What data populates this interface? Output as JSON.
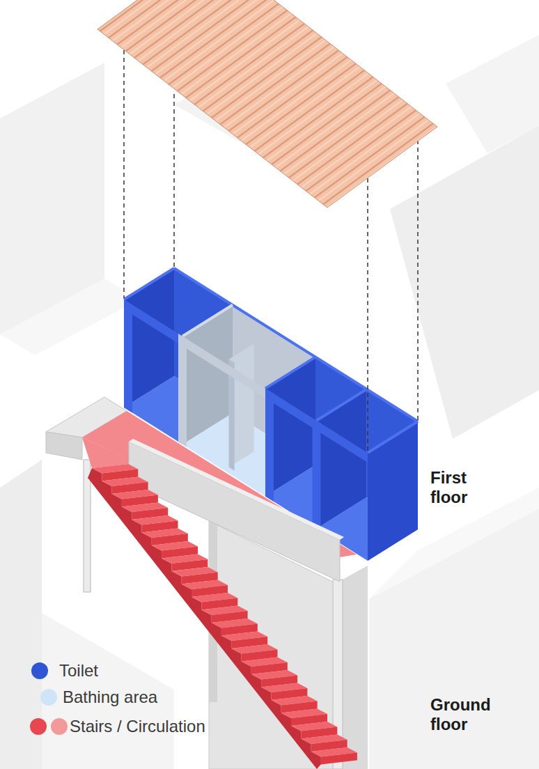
{
  "diagram": {
    "labels": [
      "First floor",
      "Ground floor"
    ],
    "legend": [
      {
        "text": "Toilet",
        "color": "#2f55d4"
      },
      {
        "text": "Bathing area",
        "color": "#d0e4f7"
      },
      {
        "text": "Stairs / Circulation",
        "color": "#e8474f"
      }
    ]
  }
}
